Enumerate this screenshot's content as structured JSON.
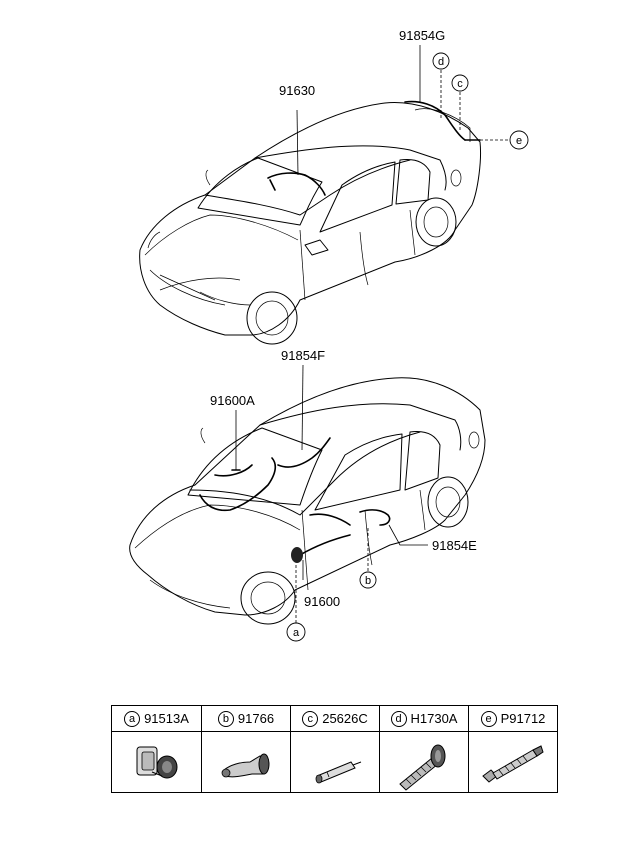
{
  "callouts": {
    "top_car": {
      "wire_91630": "91630",
      "wire_91854G": "91854G",
      "letter_c": "c",
      "letter_d": "d",
      "letter_e": "e"
    },
    "bottom_car": {
      "wire_91854F": "91854F",
      "wire_91600A": "91600A",
      "wire_91854E": "91854E",
      "wire_91600": "91600",
      "letter_a": "a",
      "letter_b": "b"
    }
  },
  "legend": {
    "columns": [
      {
        "letter": "a",
        "part": "91513A"
      },
      {
        "letter": "b",
        "part": "91766"
      },
      {
        "letter": "c",
        "part": "25626C"
      },
      {
        "letter": "d",
        "part": "H1730A"
      },
      {
        "letter": "e",
        "part": "P91712"
      }
    ]
  }
}
